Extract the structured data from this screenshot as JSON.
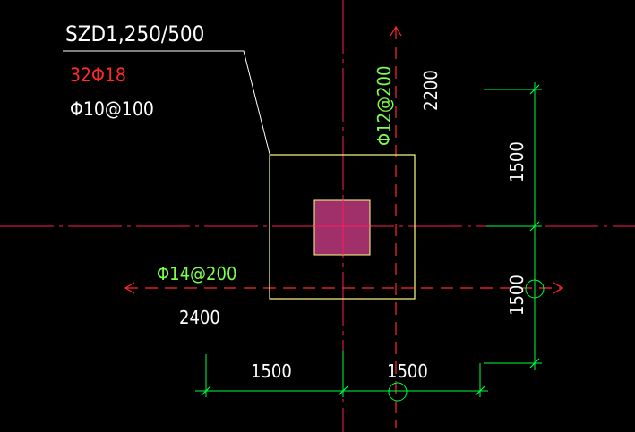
{
  "drawing": {
    "background": "#000000",
    "colors": {
      "axis_line": "#ff1a5a",
      "dim_line": "#00ff40",
      "outline": "#ffff80",
      "column_fill": "#a0306a",
      "leader": "#ffffff",
      "text_white": "#ffffff",
      "text_red": "#ff2a2a",
      "text_green": "#7cff4c"
    },
    "annotation": {
      "label": "SZD1,250/500",
      "main_rebar": "32Φ18",
      "stirrup": "Φ10@100"
    },
    "rebar_labels": {
      "vertical": "Φ12@200",
      "horizontal": "Φ14@200"
    },
    "dimensions": {
      "cap_width": "2400",
      "cap_depth": "2200",
      "bottom_left": "1500",
      "bottom_right": "1500",
      "right_upper": "1500",
      "right_lower": "1500"
    }
  }
}
